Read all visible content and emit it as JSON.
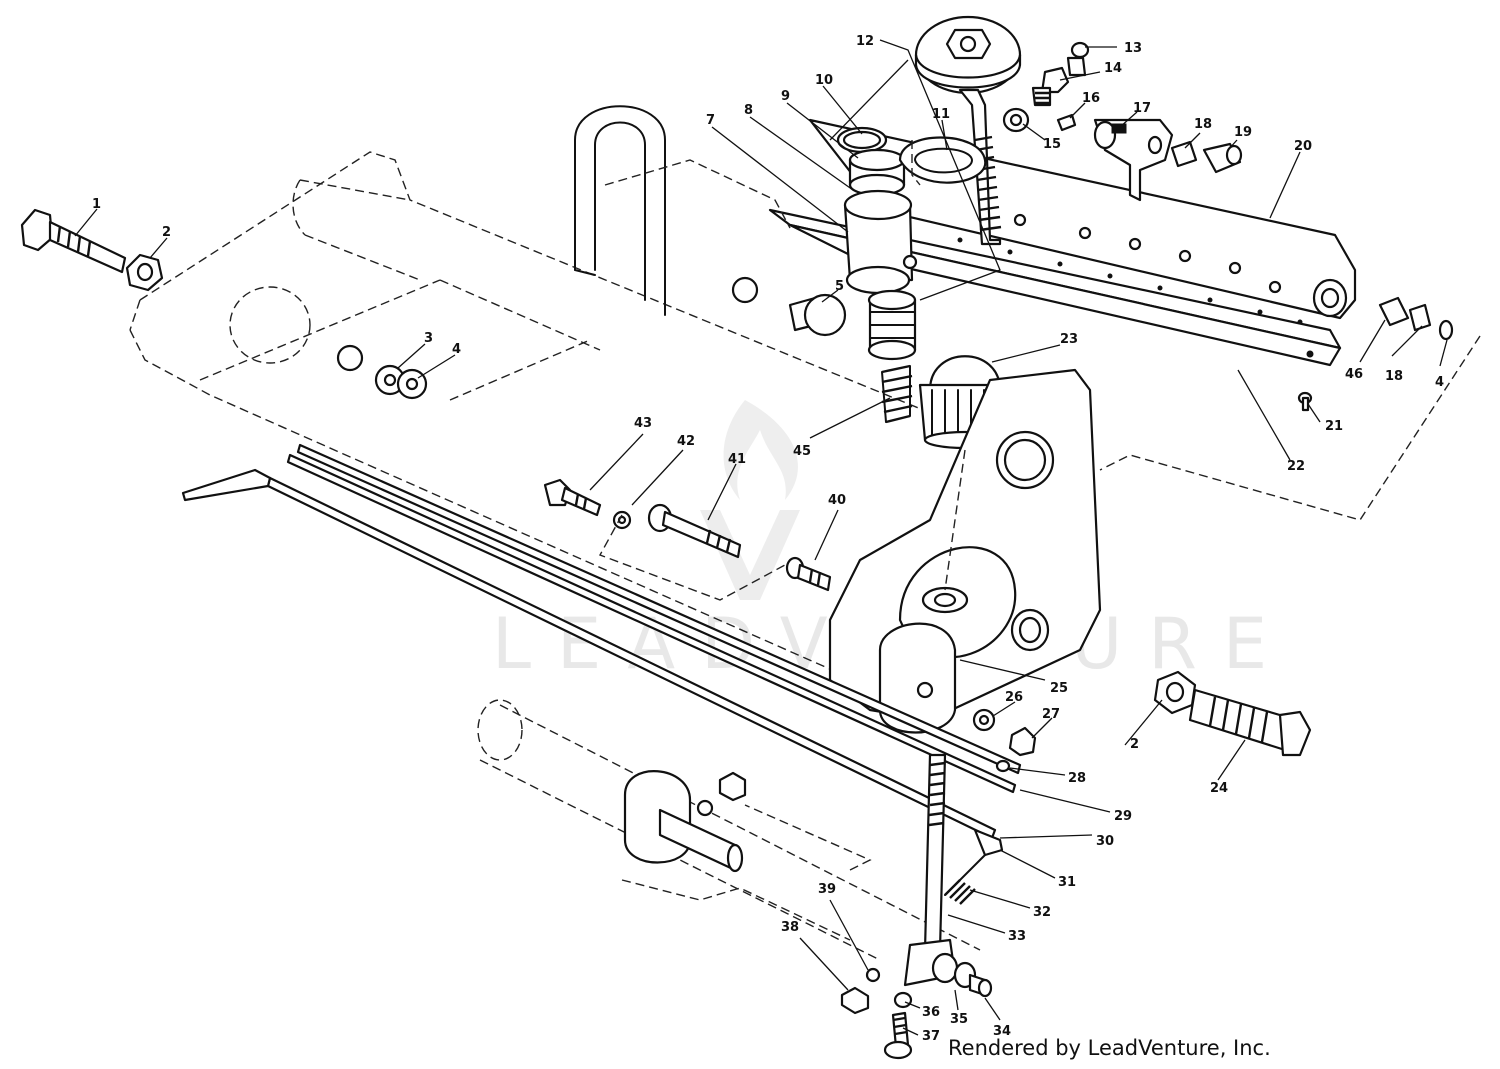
{
  "diagram": {
    "credit": "Rendered by LeadVenture, Inc.",
    "watermark": "LEADVENTURE",
    "callouts": [
      {
        "id": "c1",
        "label": "1"
      },
      {
        "id": "c2a",
        "label": "2"
      },
      {
        "id": "c2b",
        "label": "2"
      },
      {
        "id": "c3",
        "label": "3"
      },
      {
        "id": "c4a",
        "label": "4"
      },
      {
        "id": "c4b",
        "label": "4"
      },
      {
        "id": "c5",
        "label": "5"
      },
      {
        "id": "c7",
        "label": "7"
      },
      {
        "id": "c8",
        "label": "8"
      },
      {
        "id": "c9",
        "label": "9"
      },
      {
        "id": "c10",
        "label": "10"
      },
      {
        "id": "c11",
        "label": "11"
      },
      {
        "id": "c12",
        "label": "12"
      },
      {
        "id": "c13",
        "label": "13"
      },
      {
        "id": "c14",
        "label": "14"
      },
      {
        "id": "c15",
        "label": "15"
      },
      {
        "id": "c16",
        "label": "16"
      },
      {
        "id": "c17",
        "label": "17"
      },
      {
        "id": "c18a",
        "label": "18"
      },
      {
        "id": "c18b",
        "label": "18"
      },
      {
        "id": "c19",
        "label": "19"
      },
      {
        "id": "c20",
        "label": "20"
      },
      {
        "id": "c21",
        "label": "21"
      },
      {
        "id": "c22",
        "label": "22"
      },
      {
        "id": "c23",
        "label": "23"
      },
      {
        "id": "c24",
        "label": "24"
      },
      {
        "id": "c25",
        "label": "25"
      },
      {
        "id": "c26",
        "label": "26"
      },
      {
        "id": "c27",
        "label": "27"
      },
      {
        "id": "c28",
        "label": "28"
      },
      {
        "id": "c29",
        "label": "29"
      },
      {
        "id": "c30",
        "label": "30"
      },
      {
        "id": "c31",
        "label": "31"
      },
      {
        "id": "c32",
        "label": "32"
      },
      {
        "id": "c33",
        "label": "33"
      },
      {
        "id": "c34",
        "label": "34"
      },
      {
        "id": "c35",
        "label": "35"
      },
      {
        "id": "c36",
        "label": "36"
      },
      {
        "id": "c37",
        "label": "37"
      },
      {
        "id": "c38",
        "label": "38"
      },
      {
        "id": "c39",
        "label": "39"
      },
      {
        "id": "c40",
        "label": "40"
      },
      {
        "id": "c41",
        "label": "41"
      },
      {
        "id": "c42",
        "label": "42"
      },
      {
        "id": "c43",
        "label": "43"
      },
      {
        "id": "c45",
        "label": "45"
      },
      {
        "id": "c46",
        "label": "46"
      }
    ]
  }
}
